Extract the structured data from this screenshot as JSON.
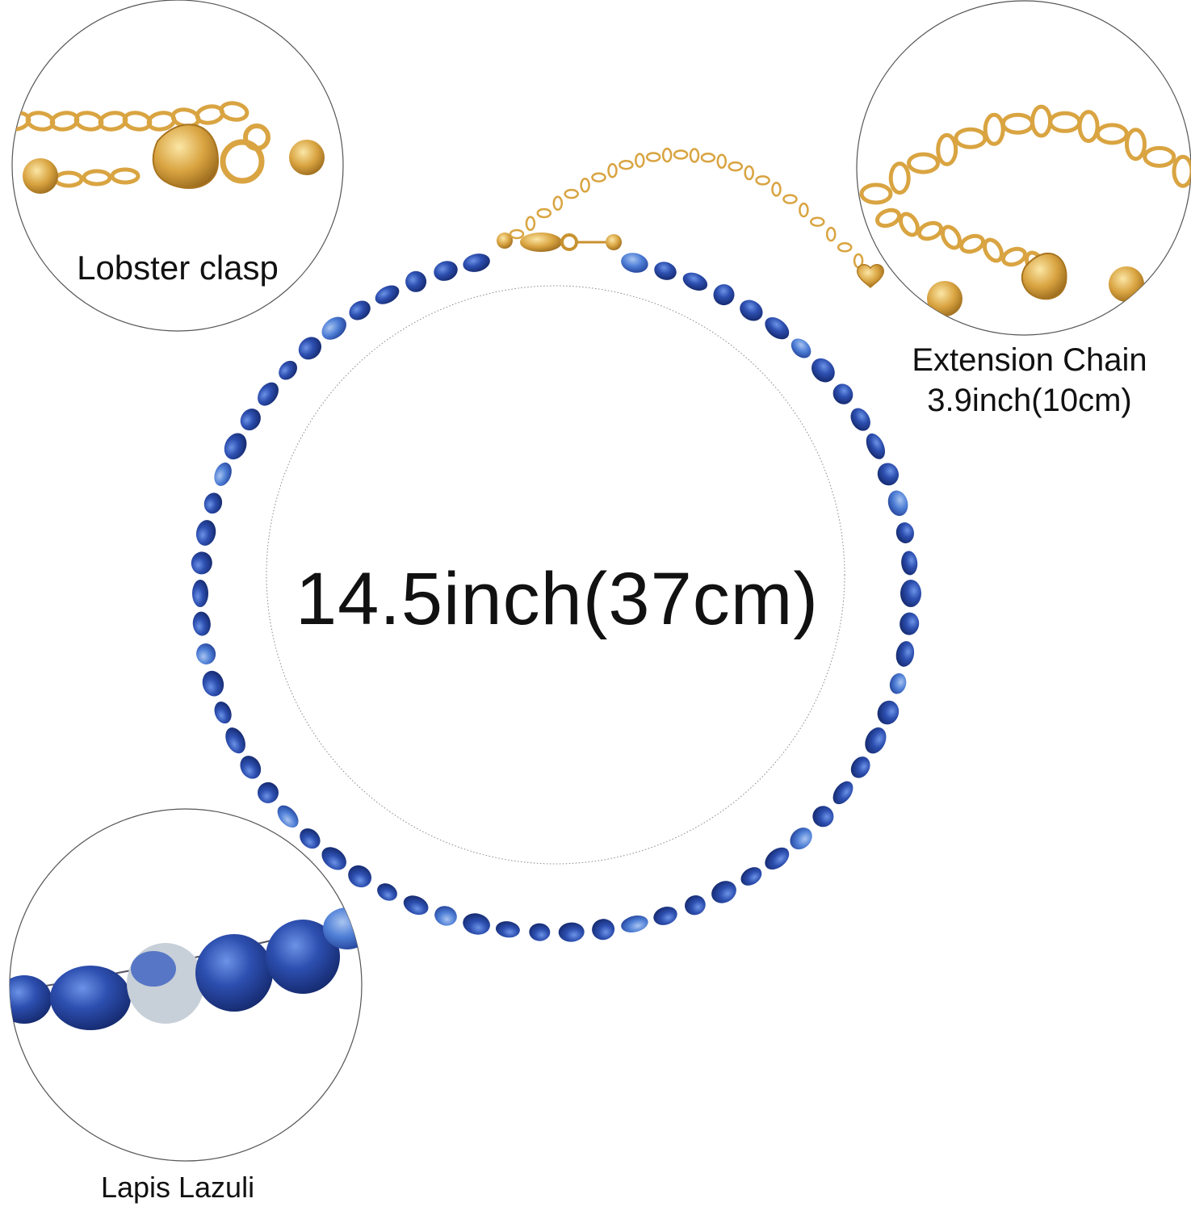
{
  "labels": {
    "lobster_clasp": "Lobster clasp",
    "extension_chain_title": "Extension Chain",
    "extension_chain_length": "3.9inch(10cm)",
    "stone": "Lapis Lazuli",
    "necklace_length": "14.5inch(37cm)"
  },
  "colors": {
    "gold": "#d9a441",
    "gold_light": "#f2cf7a",
    "lapis_dark": "#1f3a8a",
    "lapis_mid": "#2d4fb0",
    "lapis_light": "#4f7fd6",
    "stone_gray": "#b8c4d0",
    "circle_outline": "#555555"
  }
}
